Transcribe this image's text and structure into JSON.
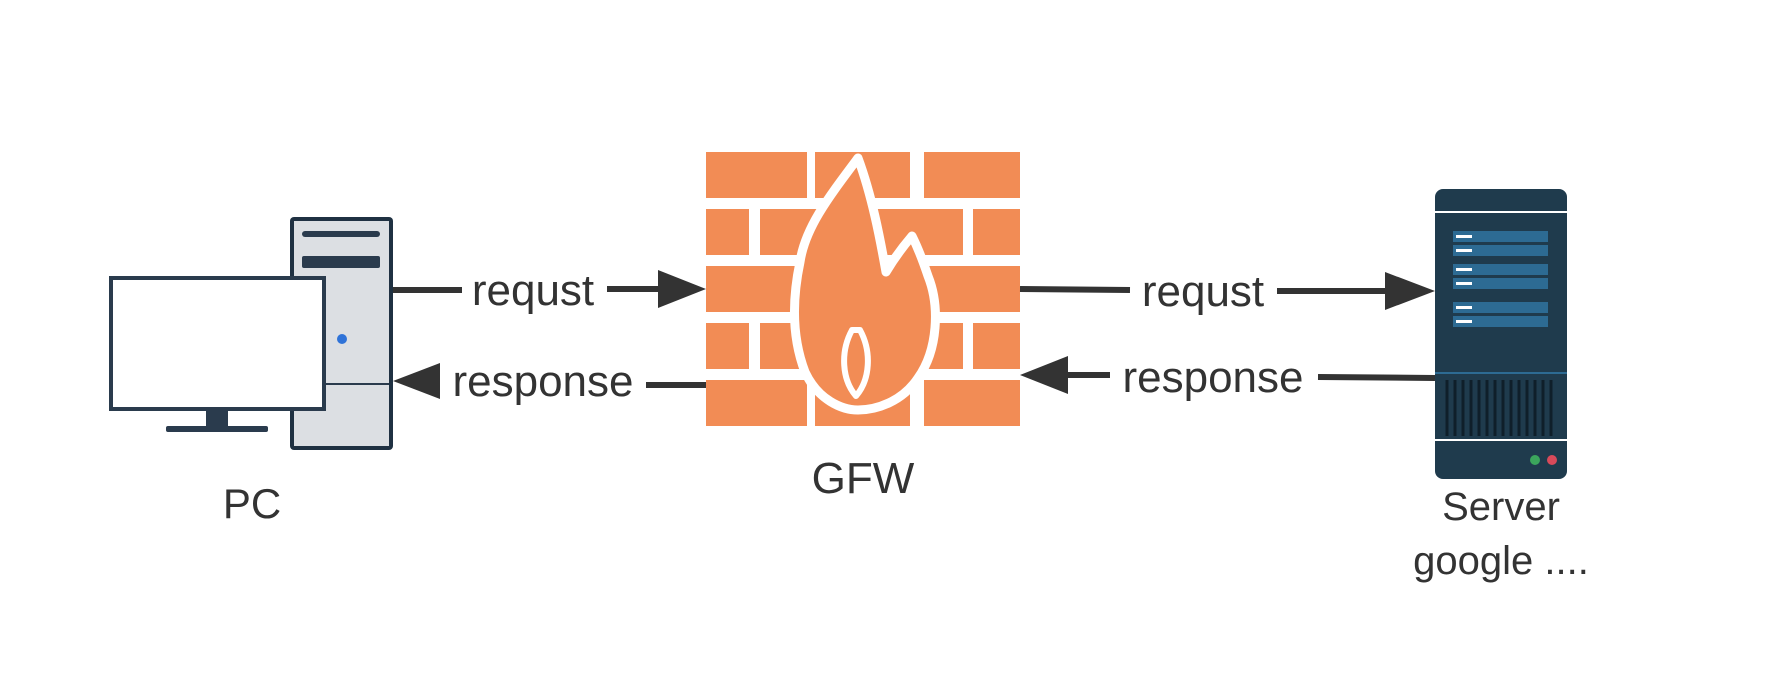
{
  "nodes": {
    "pc": {
      "label": "PC",
      "icon": "desktop-computer-icon"
    },
    "gfw": {
      "label": "GFW",
      "icon": "firewall-icon"
    },
    "server": {
      "label_line1": "Server",
      "label_line2": "google ....",
      "icon": "server-tower-icon"
    }
  },
  "edges": {
    "pc_to_gfw": {
      "label": "requst"
    },
    "gfw_to_pc": {
      "label": "response"
    },
    "gfw_to_server": {
      "label": "requst"
    },
    "server_to_gfw": {
      "label": "response"
    }
  },
  "colors": {
    "arrow": "#333333",
    "firewall": "#F28C55",
    "server_body": "#1F3B4D",
    "server_slot": "#2D6B93",
    "pc_outline": "#2A3B4D",
    "pc_case": "#DCDFE3",
    "power_led": "#2F73D8",
    "led_green": "#3BA55C",
    "led_red": "#D94A5A"
  }
}
